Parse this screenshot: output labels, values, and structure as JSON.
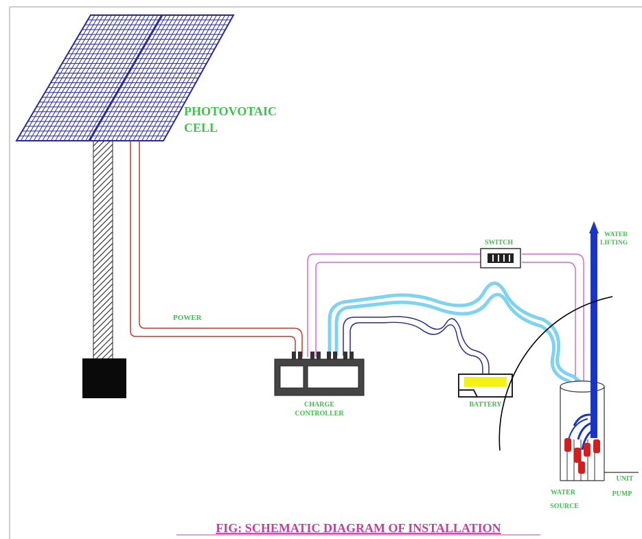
{
  "labels": {
    "pv_line1": "PHOTOVOTAIC",
    "pv_line2": "CELL",
    "power": "POWER",
    "switch": "SWITCH",
    "water_lifting_line1": "WATER",
    "water_lifting_line2": "LIFTING",
    "charge_line1": "CHARGE",
    "charge_line2": "CONTROLLER",
    "battery": "BATTERY",
    "water_source_line1": "WATER",
    "water_source_line2": "SOURCE",
    "pump_line1": "UNIT",
    "pump_line2": "PUMP"
  },
  "caption": "FIG: SCHEMATIC DIAGRAM OF INSTALLATION",
  "colors": {
    "label_green": "#3cc24a",
    "caption_magenta": "#c23fa2",
    "panel_grid": "#27289a",
    "power_wire": "#c0392b",
    "switch_wire": "#d36ad8",
    "battery_wire": "#2a2a8c",
    "pump_wire": "#7fd3f0",
    "riser_pipe": "#1a33c8"
  }
}
